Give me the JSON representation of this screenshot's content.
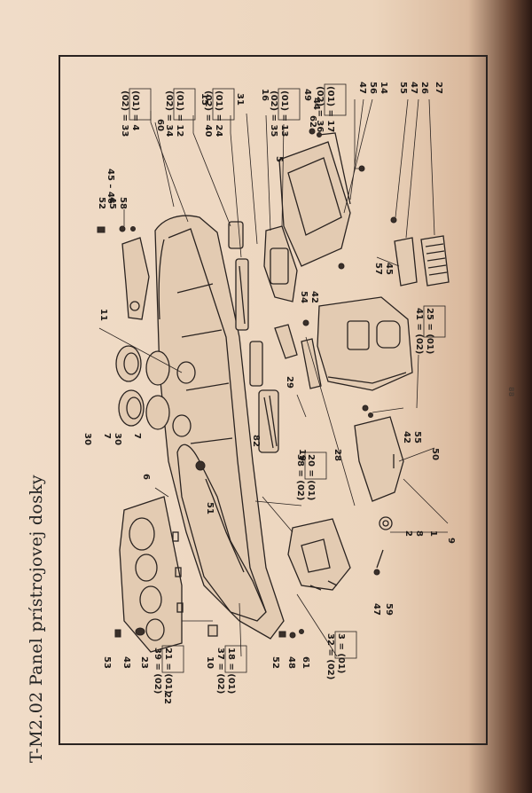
{
  "title": "T-M2.02 Panel prístrojovej dosky",
  "labels": {
    "l60": "60",
    "l15": "15",
    "l16": "16",
    "l31": "31",
    "l5": "5",
    "l49": "49",
    "l44": "44",
    "l62": "62",
    "l47a": "47",
    "l56": "56",
    "l14": "14",
    "l55a": "55",
    "l47b": "47",
    "l26": "26",
    "l27": "27",
    "l52a": "52",
    "l45a": "45",
    "l58": "58",
    "l46": "45 – 46",
    "l11": "11",
    "l54": "54",
    "l42a": "42",
    "l57": "57",
    "l45b": "45",
    "l30a": "30",
    "l7a": "7",
    "l30b": "30",
    "l7b": "7",
    "l29": "29",
    "l82": "82",
    "l42b": "42",
    "l55b": "55",
    "l50": "50",
    "l6": "6",
    "l51": "51",
    "l19": "19",
    "l28": "28",
    "l2": "2",
    "l8": "8",
    "l1": "1",
    "l9": "9",
    "l53": "53",
    "l43": "43",
    "l23": "23",
    "l10": "10",
    "l52b": "52",
    "l48": "48",
    "l61": "61",
    "l47c": "47",
    "l59": "59",
    "l22": "22"
  },
  "variants": [
    {
      "a": "4",
      "b": "33"
    },
    {
      "a": "12",
      "b": "34"
    },
    {
      "a": "24",
      "b": "40"
    },
    {
      "a": "13",
      "b": "35"
    },
    {
      "a": "17",
      "b": "36"
    },
    {
      "a": "25",
      "b": "41"
    },
    {
      "a": "20",
      "b": "38"
    },
    {
      "a": "21",
      "b": "39"
    },
    {
      "a": "18",
      "b": "37"
    },
    {
      "a": "3",
      "b": "32"
    }
  ],
  "variant_tags": {
    "t1": "(01)",
    "t2": "(02)"
  },
  "page_marker": "88"
}
